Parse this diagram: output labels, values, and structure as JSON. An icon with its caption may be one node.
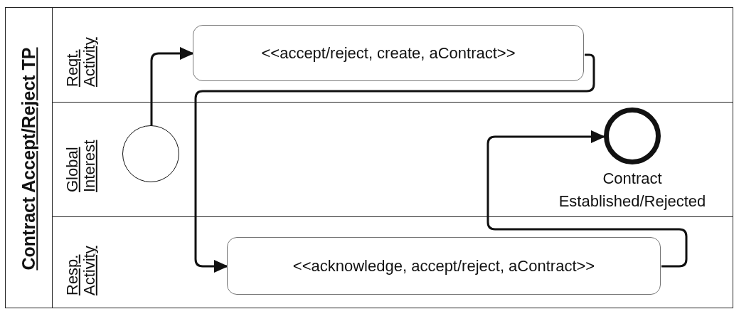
{
  "diagram": {
    "nodes": [
      {
        "text": [
          "Contract Accept/Reject TP"
        ]
      },
      {
        "text": [
          "Reqt. Activity"
        ],
        "in": 0
      },
      {
        "text": [
          "<<accept/reject, create, aContract>>"
        ],
        "in": 1
      },
      {
        "text": [
          "Global Interest"
        ],
        "in": 0
      },
      {
        "text": [],
        "shape": "circle",
        "in": 3
      },
      {
        "text": [],
        "shape": "circle",
        "in": 3,
        "beside": [
          "Contract Established/Rejected"
        ]
      },
      {
        "text": [
          "Resp. Activity"
        ],
        "in": 0
      },
      {
        "text": [
          "<<acknowledge, accept/reject, aContract>>"
        ],
        "in": 6
      }
    ],
    "edges": [
      {
        "from": 4,
        "to": 2,
        "arrow": "to"
      },
      {
        "from": 2,
        "to": 7,
        "arrow": "to"
      },
      {
        "from": 7,
        "to": 5,
        "arrow": "to"
      }
    ]
  }
}
